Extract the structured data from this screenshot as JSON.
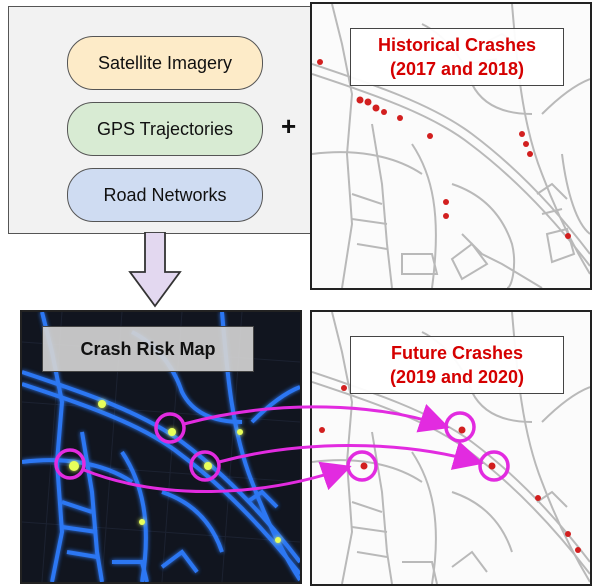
{
  "inputs": {
    "satellite_label": "Satellite Imagery",
    "gps_label": "GPS Trajectories",
    "road_label": "Road Networks",
    "plus_symbol": "+"
  },
  "historical_map": {
    "title_line1": "Historical Crashes",
    "title_line2": "(2017 and 2018)"
  },
  "risk_map": {
    "title": "Crash Risk Map"
  },
  "future_map": {
    "title_line1": "Future Crashes",
    "title_line2": "(2019 and 2020)"
  },
  "colors": {
    "crash_marker": "#d21f1f",
    "highlight": "#e22be0",
    "road_line": "#b9b9b9",
    "risk_road": "#2e7dff",
    "risk_hotspot": "#e8ff5a"
  }
}
